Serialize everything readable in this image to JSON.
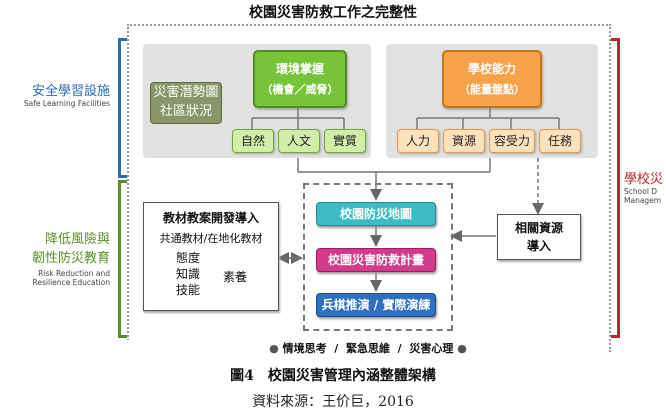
{
  "title": "校園災害防救工作之完整性",
  "left_labels": [
    {
      "cn_lines": [
        "安全學習設施"
      ],
      "en_lines": [
        "Safe Learning Facilities"
      ],
      "color": "#2e6db4"
    },
    {
      "cn_lines": [
        "降低風險與",
        "韌性防災教育"
      ],
      "en_lines": [
        "Risk Reduction and",
        "Resilience Education"
      ],
      "color": "#5a8f2a"
    }
  ],
  "right_label": {
    "cn": "學校災",
    "en_lines": [
      "School D",
      "Managem"
    ],
    "color": "#c0262d"
  },
  "environment": {
    "header_line1": "環境掌握",
    "header_line2": "（機會／威脅）",
    "items": [
      "自然",
      "人文",
      "實質"
    ],
    "side_box": [
      "災害潛勢圖",
      "社區狀況"
    ]
  },
  "school": {
    "header_line1": "學校能力",
    "header_line2": "（能量盤點）",
    "items": [
      "人力",
      "資源",
      "容受力",
      "任務"
    ]
  },
  "teaching": {
    "title": "教材教案開發導入",
    "subtitle": "共通教材/在地化教材",
    "list": [
      "態度",
      "知識",
      "技能"
    ],
    "merged": "素養"
  },
  "flow": [
    "校園防災地圖",
    "校園災害防救計畫",
    "兵棋推演 / 實際演練"
  ],
  "resources": [
    "相關資源",
    "導入"
  ],
  "bottom": [
    "情境思考",
    "/",
    "緊急思維",
    "/",
    "災害心理"
  ],
  "caption": "圖4　校園災害管理內涵整體架構",
  "source": "資料來源：王价巨，2016"
}
